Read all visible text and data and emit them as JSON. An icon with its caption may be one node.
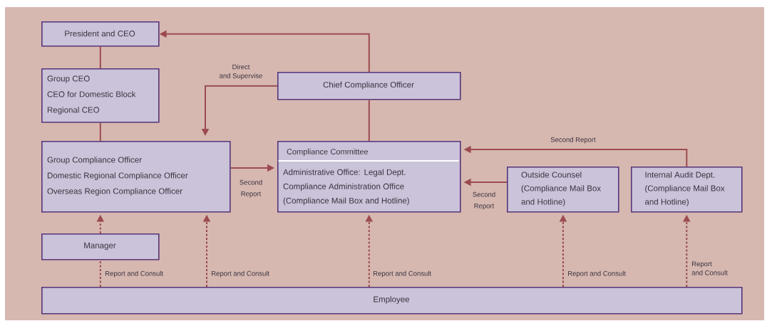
{
  "diagram": {
    "nodes": [
      {
        "text": [
          "President and CEO"
        ]
      },
      {
        "text": [
          "Group CEO",
          "CEO for Domestic Block",
          "Regional CEO"
        ]
      },
      {
        "text": [
          "Chief Compliance Officer"
        ]
      },
      {
        "text": [
          "Group Compliance Officer",
          "Domestic Regional Compliance Officer",
          "Overseas Region Compliance Officer"
        ]
      },
      {
        "text": [
          "Compliance Committee",
          "Administrative Office: Legal Dept.",
          "Compliance Administration Office",
          "(Compliance Mail Box and Hotline)"
        ]
      },
      {
        "text": [
          "Outside Counsel (Compliance Mail Box and Hotline)"
        ]
      },
      {
        "text": [
          "Internal Audit Dept. (Compliance Mail Box and Hotline)"
        ]
      },
      {
        "text": [
          "Manager"
        ]
      },
      {
        "text": [
          "Employee"
        ]
      }
    ],
    "edges": [
      {
        "from": 2,
        "to": 0,
        "arrow": "to"
      },
      {
        "from": 2,
        "to": 3,
        "arrow": "to",
        "label": "Direct and Supervise"
      },
      {
        "from": 0,
        "to": 1,
        "arrow": "none"
      },
      {
        "from": 1,
        "to": 3,
        "arrow": "none"
      },
      {
        "from": 2,
        "to": 4,
        "arrow": "none"
      },
      {
        "from": 3,
        "to": 4,
        "arrow": "to",
        "label": "Second Report"
      },
      {
        "from": 5,
        "to": 4,
        "arrow": "to",
        "label": "Second Report"
      },
      {
        "from": 6,
        "to": 4,
        "arrow": "to",
        "label": "Second Report"
      },
      {
        "from": 8,
        "to": 7,
        "arrow": "none",
        "style": "dashed",
        "label": "Report and Consult"
      },
      {
        "from": 7,
        "to": 3,
        "arrow": "to",
        "style": "dashed"
      },
      {
        "from": 8,
        "to": 3,
        "arrow": "to",
        "style": "dashed",
        "label": "Report and Consult"
      },
      {
        "from": 8,
        "to": 4,
        "arrow": "to",
        "style": "dashed",
        "label": "Report and Consult"
      },
      {
        "from": 8,
        "to": 5,
        "arrow": "to",
        "style": "dashed",
        "label": "Report and Consult"
      },
      {
        "from": 8,
        "to": 6,
        "arrow": "to",
        "style": "dashed",
        "label": "Report and Consult"
      }
    ]
  }
}
